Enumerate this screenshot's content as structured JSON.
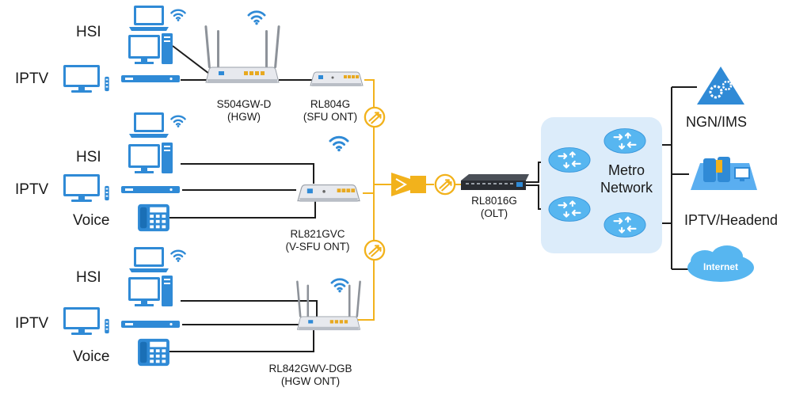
{
  "colors": {
    "fiber": "#f2b21c",
    "ethernet": "#1c1c1c",
    "icon_blue": "#2f8ad6",
    "icon_light": "#57b6f0",
    "metro_bg": "#dcecfa"
  },
  "client_groups": [
    {
      "hsi": "HSI",
      "iptv": "IPTV",
      "voice": ""
    },
    {
      "hsi": "HSI",
      "iptv": "IPTV",
      "voice": "Voice"
    },
    {
      "hsi": "HSI",
      "iptv": "IPTV",
      "voice": "Voice"
    }
  ],
  "devices": {
    "s504": {
      "model": "S504GW-D",
      "role": "(HGW)"
    },
    "rl804": {
      "model": "RL804G",
      "role": "(SFU ONT)"
    },
    "rl821": {
      "model": "RL821GVC",
      "role": "(V-SFU ONT)"
    },
    "rl842": {
      "model": "RL842GWV-DGB",
      "role": "(HGW ONT)"
    },
    "olt": {
      "model": "RL8016G",
      "role": "(OLT)"
    }
  },
  "metro": {
    "line1": "Metro",
    "line2": "Network"
  },
  "services": {
    "ngn": "NGN/IMS",
    "iptv": "IPTV/Headend",
    "internet": "Internet"
  },
  "icons": [
    "laptop-icon",
    "desktop-pc-icon",
    "tv-monitor-icon",
    "set-top-box-icon",
    "ip-phone-icon",
    "wifi-icon",
    "router-icon",
    "ont-icon",
    "splitter-icon",
    "connector-icon",
    "olt-icon",
    "network-switch-icon",
    "server-icon",
    "cloud-icon"
  ]
}
